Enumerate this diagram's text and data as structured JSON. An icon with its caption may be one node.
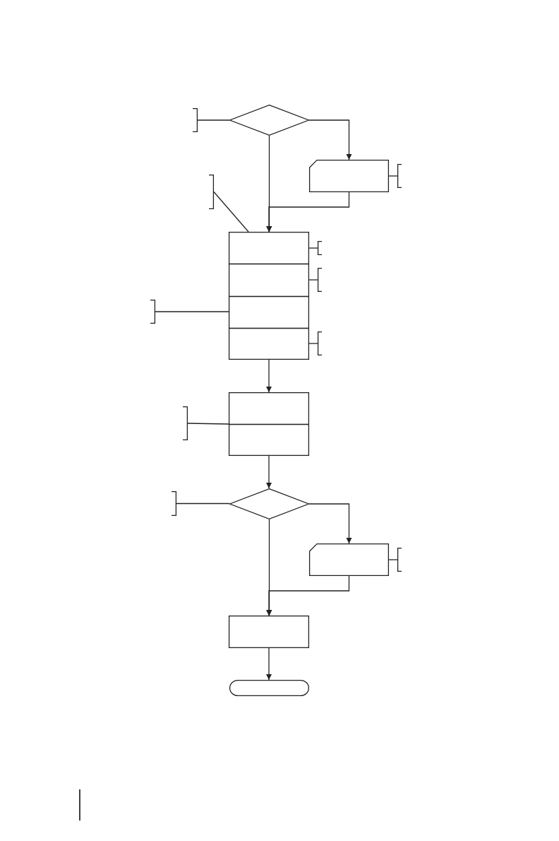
{
  "diagram": {
    "nodes": [
      {
        "text": [],
        "shape": "diamond"
      },
      {
        "text": [],
        "shape": "bracket"
      },
      {
        "text": [],
        "shape": "card"
      },
      {
        "text": [],
        "shape": "bracket"
      },
      {
        "text": [],
        "shape": "bracket"
      },
      {
        "text": [],
        "shape": "box"
      },
      {
        "text": [],
        "shape": "bracket"
      },
      {
        "text": [],
        "shape": "box"
      },
      {
        "text": [],
        "shape": "bracket"
      },
      {
        "text": [],
        "shape": "box"
      },
      {
        "text": [],
        "shape": "bracket"
      },
      {
        "text": [],
        "shape": "box"
      },
      {
        "text": [],
        "shape": "bracket"
      },
      {
        "text": [],
        "shape": "box"
      },
      {
        "text": [],
        "shape": "box"
      },
      {
        "text": [],
        "shape": "bracket"
      },
      {
        "text": [],
        "shape": "diamond"
      },
      {
        "text": [],
        "shape": "bracket"
      },
      {
        "text": [],
        "shape": "card"
      },
      {
        "text": [],
        "shape": "bracket"
      },
      {
        "text": [],
        "shape": "box"
      },
      {
        "text": [],
        "shape": "stadium"
      }
    ],
    "edges": [
      {
        "from": 1,
        "to": 0,
        "arrow": "none"
      },
      {
        "from": 0,
        "to": 2,
        "arrow": "to"
      },
      {
        "from": 0,
        "to": 5,
        "arrow": "to"
      },
      {
        "from": 2,
        "to": 5,
        "arrow": "to"
      },
      {
        "from": 3,
        "to": 2,
        "arrow": "none"
      },
      {
        "from": 4,
        "to": 5,
        "arrow": "none"
      },
      {
        "from": 6,
        "to": 5,
        "arrow": "none"
      },
      {
        "from": 8,
        "to": 7,
        "arrow": "none"
      },
      {
        "from": 10,
        "to": 9,
        "arrow": "none"
      },
      {
        "from": 12,
        "to": 11,
        "arrow": "none"
      },
      {
        "from": 11,
        "to": 13,
        "arrow": "to"
      },
      {
        "from": 15,
        "to": 13,
        "arrow": "none"
      },
      {
        "from": 14,
        "to": 16,
        "arrow": "to"
      },
      {
        "from": 17,
        "to": 16,
        "arrow": "none"
      },
      {
        "from": 16,
        "to": 18,
        "arrow": "to"
      },
      {
        "from": 16,
        "to": 20,
        "arrow": "to"
      },
      {
        "from": 18,
        "to": 20,
        "arrow": "to"
      },
      {
        "from": 19,
        "to": 18,
        "arrow": "none"
      },
      {
        "from": 20,
        "to": 21,
        "arrow": "to"
      }
    ]
  }
}
